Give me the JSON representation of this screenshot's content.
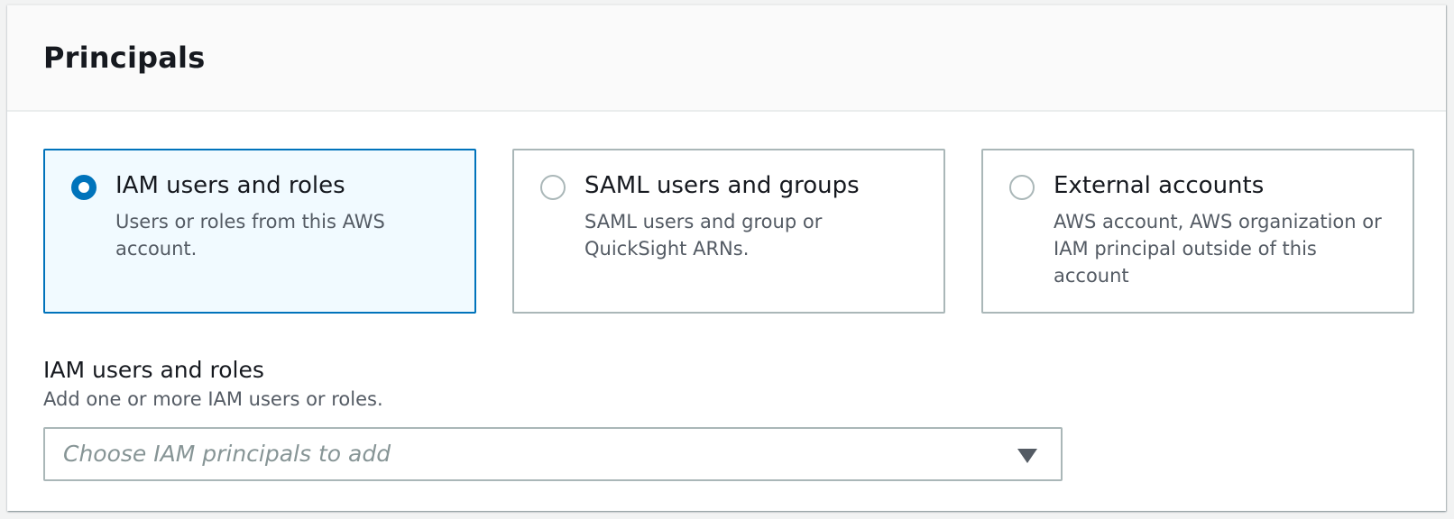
{
  "panel": {
    "title": "Principals"
  },
  "principal_types": [
    {
      "label": "IAM users and roles",
      "description": "Users or roles from this AWS account.",
      "selected": true
    },
    {
      "label": "SAML users and groups",
      "description": "SAML users and group or QuickSight ARNs.",
      "selected": false
    },
    {
      "label": "External accounts",
      "description": "AWS account, AWS organization or IAM principal outside of this account",
      "selected": false
    }
  ],
  "iam_field": {
    "label": "IAM users and roles",
    "description": "Add one or more IAM users or roles.",
    "placeholder": "Choose IAM principals to add",
    "icon": "caret-down-icon"
  },
  "colors": {
    "accent": "#0073bb",
    "selected_bg": "#f1faff",
    "border": "#aab7b8",
    "header_bg": "#fafafa"
  }
}
